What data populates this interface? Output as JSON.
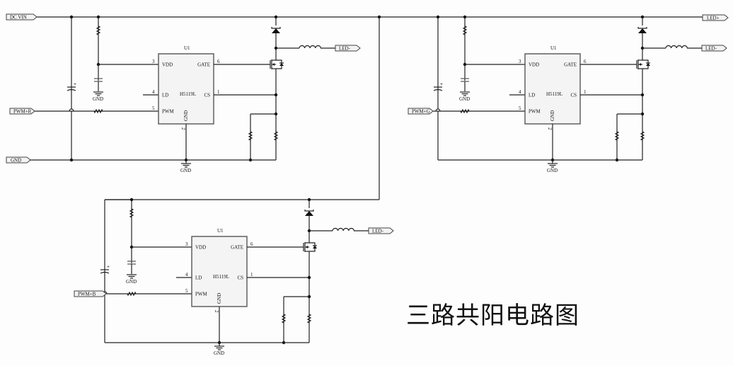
{
  "title": "三路共阳电路图",
  "nets": {
    "dc_vin": "DC VIN",
    "gnd": "GND",
    "led_plus": "LED+"
  },
  "channels": [
    {
      "id": "r",
      "pwm_label": "PWM+R",
      "led_minus_label": "LED-",
      "chip": {
        "ref": "U1",
        "part": "H5119L",
        "pins": [
          {
            "num": "3",
            "name": "VDD"
          },
          {
            "num": "4",
            "name": "LD"
          },
          {
            "num": "5",
            "name": "PWM"
          },
          {
            "num": "6",
            "name": "GATE"
          },
          {
            "num": "1",
            "name": "CS"
          },
          {
            "num": "2",
            "name": "GND"
          }
        ]
      },
      "gnd_labels": [
        "GND",
        "GND"
      ]
    },
    {
      "id": "g",
      "pwm_label": "PWM+G",
      "led_minus_label": "LED-",
      "chip": {
        "ref": "U1",
        "part": "H5119L",
        "pins": [
          {
            "num": "3",
            "name": "VDD"
          },
          {
            "num": "4",
            "name": "LD"
          },
          {
            "num": "5",
            "name": "PWM"
          },
          {
            "num": "6",
            "name": "GATE"
          },
          {
            "num": "1",
            "name": "CS"
          },
          {
            "num": "2",
            "name": "GND"
          }
        ]
      },
      "gnd_labels": [
        "GND",
        "GND"
      ]
    },
    {
      "id": "b",
      "pwm_label": "PWM+B",
      "led_minus_label": "LED-",
      "chip": {
        "ref": "U1",
        "part": "H5119L",
        "pins": [
          {
            "num": "3",
            "name": "VDD"
          },
          {
            "num": "4",
            "name": "LD"
          },
          {
            "num": "5",
            "name": "PWM"
          },
          {
            "num": "6",
            "name": "GATE"
          },
          {
            "num": "1",
            "name": "CS"
          },
          {
            "num": "2",
            "name": "GND"
          }
        ]
      },
      "gnd_labels": [
        "GND",
        "GND"
      ]
    }
  ]
}
